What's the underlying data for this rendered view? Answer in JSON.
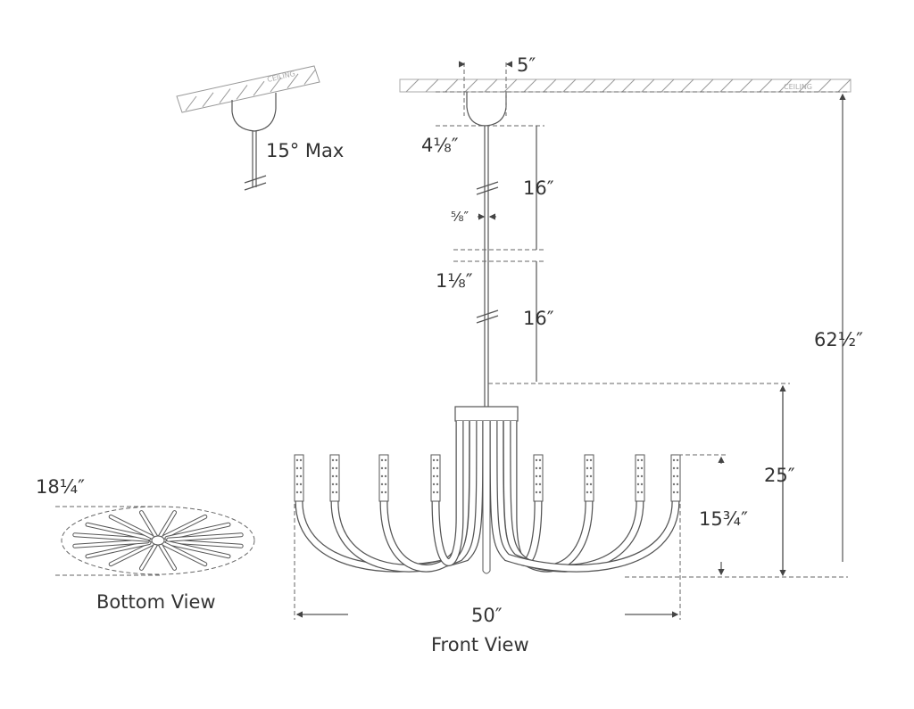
{
  "diagram": {
    "ceiling_label": "CEILING",
    "slope_label": "15° Max",
    "dimensions": {
      "canopy_width": "5″",
      "canopy_height": "4⅛″",
      "stem_segment_1": "16″",
      "stem_diameter": "⅝″",
      "coupler": "1⅛″",
      "stem_segment_2": "16″",
      "overall_height": "62½″",
      "fixture_height": "25″",
      "arm_height": "15¾″",
      "width": "50″",
      "bottom_depth": "18¼″"
    },
    "views": {
      "front": "Front View",
      "bottom": "Bottom View"
    },
    "arm_count": 8,
    "bottom_arm_count": 16
  }
}
